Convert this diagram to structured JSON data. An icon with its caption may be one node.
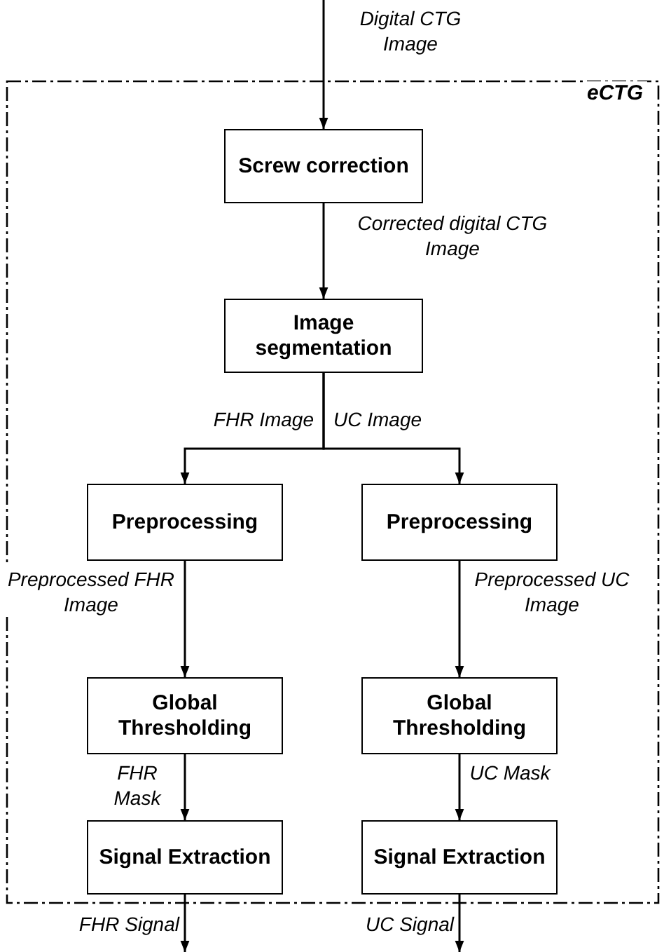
{
  "diagram": {
    "nodes": [
      {
        "text": [
          "eCTG"
        ]
      },
      {
        "text": [
          "Screw correction"
        ],
        "in": 0
      },
      {
        "text": [
          "Image segmentation"
        ],
        "in": 0
      },
      {
        "text": [
          "Preprocessing"
        ],
        "in": 0
      },
      {
        "text": [
          "Preprocessing"
        ],
        "in": 0
      },
      {
        "text": [
          "Global Thresholding"
        ],
        "in": 0
      },
      {
        "text": [
          "Global Thresholding"
        ],
        "in": 0
      },
      {
        "text": [
          "Signal Extraction"
        ],
        "in": 0
      },
      {
        "text": [
          "Signal Extraction"
        ],
        "in": 0
      }
    ],
    "edges": [
      {
        "from": null,
        "to": 1,
        "arrow": "to",
        "label": "Digital CTG Image"
      },
      {
        "from": 1,
        "to": 2,
        "arrow": "to",
        "label": "Corrected digital CTG Image"
      },
      {
        "from": 2,
        "to": 3,
        "arrow": "to",
        "label": "FHR Image"
      },
      {
        "from": 2,
        "to": 4,
        "arrow": "to",
        "label": "UC Image"
      },
      {
        "from": 3,
        "to": 5,
        "arrow": "to",
        "label": "Preprocessed FHR Image"
      },
      {
        "from": 4,
        "to": 6,
        "arrow": "to",
        "label": "Preprocessed UC Image"
      },
      {
        "from": 5,
        "to": 7,
        "arrow": "to",
        "label": "FHR Mask"
      },
      {
        "from": 6,
        "to": 8,
        "arrow": "to",
        "label": "UC Mask"
      },
      {
        "from": 7,
        "to": null,
        "arrow": "to",
        "label": "FHR Signal"
      },
      {
        "from": 8,
        "to": null,
        "arrow": "to",
        "label": "UC Signal"
      }
    ]
  }
}
